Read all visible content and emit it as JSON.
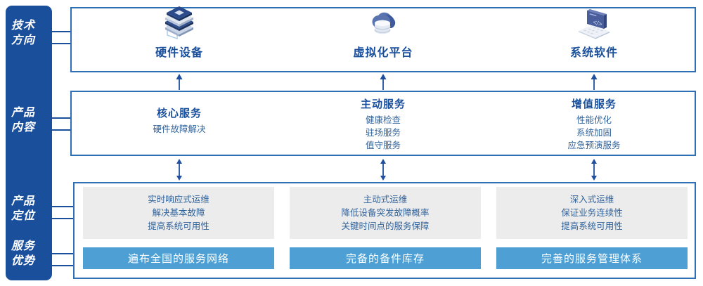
{
  "rail": {
    "rows": [
      {
        "id": "technology-direction",
        "lines": [
          "技术",
          "方向"
        ]
      },
      {
        "id": "product-content",
        "lines": [
          "产品",
          "内容"
        ]
      },
      {
        "id": "product-positioning",
        "lines": [
          "产品",
          "定位"
        ]
      },
      {
        "id": "service-advantage",
        "lines": [
          "服务",
          "优势"
        ]
      }
    ]
  },
  "technology": {
    "columns": [
      {
        "title": "硬件设备",
        "icon": "server-stack-icon"
      },
      {
        "title": "虚拟化平台",
        "icon": "cloud-database-icon"
      },
      {
        "title": "系统软件",
        "icon": "laptop-code-icon"
      }
    ]
  },
  "content": {
    "columns": [
      {
        "heading": "核心服务",
        "items": [
          "硬件故障解决"
        ]
      },
      {
        "heading": "主动服务",
        "items": [
          "健康检查",
          "驻场服务",
          "值守服务"
        ]
      },
      {
        "heading": "增值服务",
        "items": [
          "性能优化",
          "系统加固",
          "应急预演服务"
        ]
      }
    ]
  },
  "positioning": {
    "cards": [
      {
        "lines": [
          "实时响应式运维",
          "解决基本故障",
          "提高系统可用性"
        ]
      },
      {
        "lines": [
          "主动式运维",
          "降低设备突发故障概率",
          "关键时间点的服务保障"
        ]
      },
      {
        "lines": [
          "深入式运维",
          "保证业务连续性",
          "提高系统可用性"
        ]
      }
    ]
  },
  "advantage": {
    "bars": [
      "遍布全国的服务网络",
      "完备的备件库存",
      "完善的服务管理体系"
    ]
  },
  "colors": {
    "rail_blue": "#1a4f9c",
    "border_blue": "#2f6fb5",
    "title_blue": "#1a4f9c",
    "text_blue": "#31639c",
    "bar_blue": "#4d9fd4",
    "card_grey": "#ececec"
  }
}
